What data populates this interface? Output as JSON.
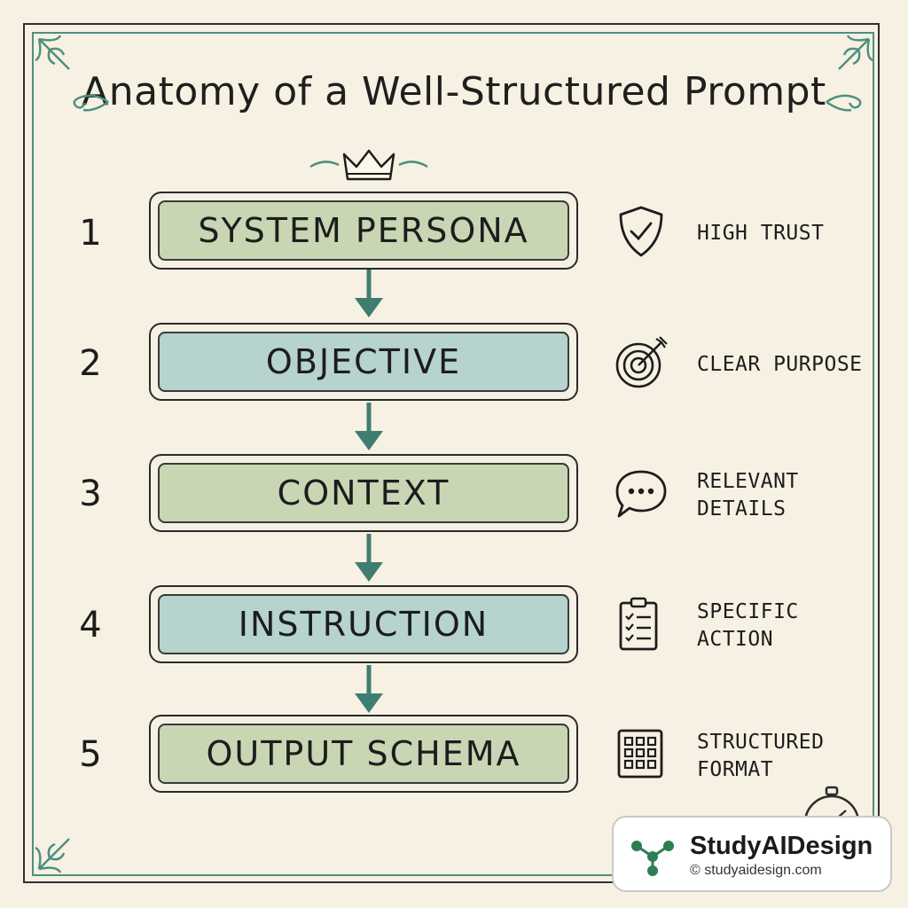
{
  "title": "Anatomy of a Well-Structured Prompt",
  "colors": {
    "ink": "#1d1d1d",
    "accent_teal": "#4e8f7f",
    "box_green": "#c9d6b3",
    "box_teal": "#b6d3ce",
    "paper": "#f6f1e2"
  },
  "steps": [
    {
      "number": "1",
      "label": "SYSTEM PERSONA",
      "note": [
        "HIGH TRUST"
      ],
      "icon": "shield-check-icon",
      "fill": "green"
    },
    {
      "number": "2",
      "label": "OBJECTIVE",
      "note": [
        "CLEAR PURPOSE"
      ],
      "icon": "target-icon",
      "fill": "teal"
    },
    {
      "number": "3",
      "label": "CONTEXT",
      "note": [
        "RELEVANT",
        "DETAILS"
      ],
      "icon": "speech-bubble-icon",
      "fill": "green"
    },
    {
      "number": "4",
      "label": "INSTRUCTION",
      "note": [
        "SPECIFIC",
        "ACTION"
      ],
      "icon": "clipboard-checklist-icon",
      "fill": "teal"
    },
    {
      "number": "5",
      "label": "OUTPUT SCHEMA",
      "note": [
        "STRUCTURED",
        "FORMAT"
      ],
      "icon": "grid-icon",
      "fill": "green"
    }
  ],
  "brand": {
    "name": "StudyAIDesign",
    "url": "© studyaidesign.com"
  }
}
